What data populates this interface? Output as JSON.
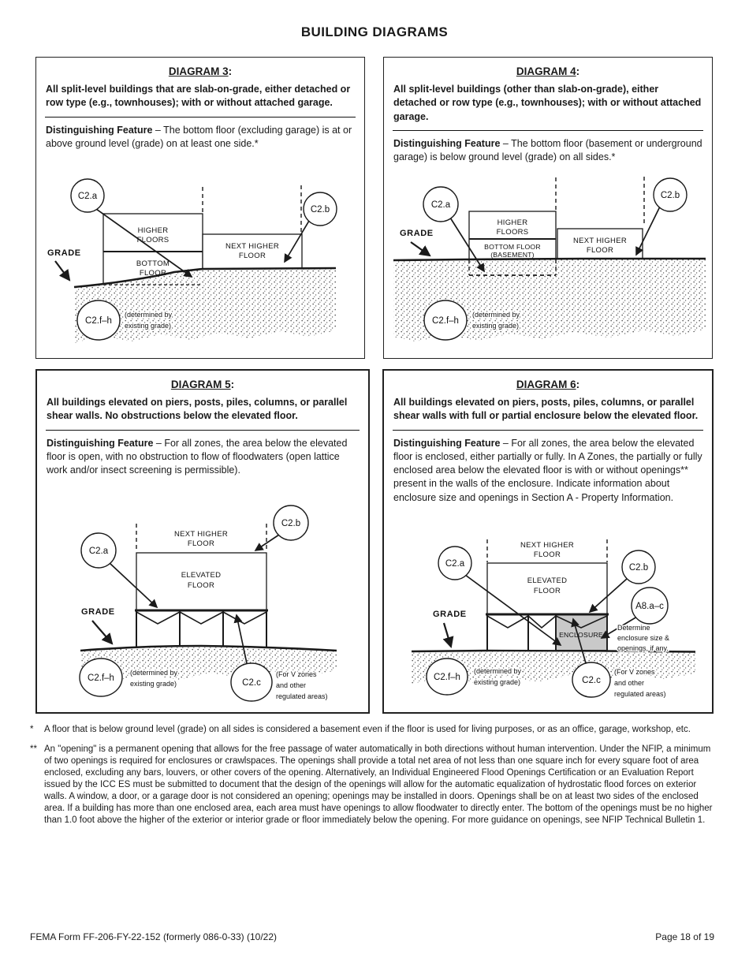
{
  "page": {
    "title": "BUILDING DIAGRAMS"
  },
  "diagrams": {
    "d3": {
      "title": "DIAGRAM 3",
      "colon": ":",
      "description": "All split-level buildings that are slab-on-grade, either detached or row type (e.g., townhouses); with or without attached garage.",
      "feature_label": "Distinguishing Feature",
      "feature_text": " – The bottom floor (excluding garage) is at or above ground level (grade) on at least one side.*",
      "fig": {
        "grade": "GRADE",
        "higher_floors": [
          "HIGHER",
          "FLOORS"
        ],
        "bottom_floor": [
          "BOTTOM",
          "FLOOR"
        ],
        "next_higher_floor": [
          "NEXT HIGHER",
          "FLOOR"
        ],
        "determined": [
          "(determined by",
          "existing grade)"
        ],
        "c2a": "C2.a",
        "c2b": "C2.b",
        "c2fh": "C2.f–h"
      }
    },
    "d4": {
      "title": "DIAGRAM 4",
      "colon": ":",
      "description": "All split-level buildings (other than slab-on-grade), either detached or row type (e.g., townhouses); with or without attached garage.",
      "feature_label": "Distinguishing Feature",
      "feature_text": " – The bottom floor (basement or underground garage) is below ground level (grade) on all sides.*",
      "fig": {
        "grade": "GRADE",
        "higher_floors": [
          "HIGHER",
          "FLOORS"
        ],
        "bottom_floor": [
          "BOTTOM FLOOR",
          "(BASEMENT)"
        ],
        "next_higher_floor": [
          "NEXT HIGHER",
          "FLOOR"
        ],
        "determined": [
          "(determined by",
          "existing grade)"
        ],
        "c2a": "C2.a",
        "c2b": "C2.b",
        "c2fh": "C2.f–h"
      }
    },
    "d5": {
      "title": "DIAGRAM 5",
      "colon": ":",
      "description": "All buildings elevated on piers, posts, piles, columns, or parallel shear walls. No obstructions below the elevated floor.",
      "feature_label": "Distinguishing Feature",
      "feature_text": " – For all zones, the area below the elevated floor is open, with no obstruction to flow of floodwaters (open lattice work and/or insect screening is permissible).",
      "fig": {
        "grade": "GRADE",
        "next_higher_floor": [
          "NEXT HIGHER",
          "FLOOR"
        ],
        "elevated_floor": [
          "ELEVATED",
          "FLOOR"
        ],
        "determined": [
          "(determined by",
          "existing grade)"
        ],
        "vzones": [
          "(For V zones",
          "and other",
          "regulated areas)"
        ],
        "c2a": "C2.a",
        "c2b": "C2.b",
        "c2c": "C2.c",
        "c2fh": "C2.f–h"
      }
    },
    "d6": {
      "title": "DIAGRAM 6",
      "colon": ":",
      "description": "All buildings elevated on piers, posts, piles, columns, or parallel shear walls with full or partial enclosure below the elevated floor.",
      "feature_label": "Distinguishing Feature",
      "feature_text": " – For all zones, the area below the elevated floor is enclosed, either partially or fully. In A Zones, the partially or fully enclosed area below the elevated floor is with or without openings** present in the walls of the enclosure. Indicate information about enclosure size and openings in Section A  - Property Information.",
      "fig": {
        "grade": "GRADE",
        "next_higher_floor": [
          "NEXT HIGHER",
          "FLOOR"
        ],
        "elevated_floor": [
          "ELEVATED",
          "FLOOR"
        ],
        "enclosure": "ENCLOSURE",
        "determine": [
          "Determine",
          "enclosure size &",
          "openings, if any."
        ],
        "determined": [
          "(determined by",
          "existing grade)"
        ],
        "vzones": [
          "(For V zones",
          "and other",
          "regulated areas)"
        ],
        "c2a": "C2.a",
        "c2b": "C2.b",
        "c2c": "C2.c",
        "c2fh": "C2.f–h",
        "a8ac": "A8.a–c"
      }
    }
  },
  "footnotes": [
    {
      "marker": "*",
      "text": "A floor that is below ground level (grade) on all sides is considered a basement even if the floor is used for living purposes, or as an office, garage, workshop, etc."
    },
    {
      "marker": "**",
      "text": "An \"opening\" is a permanent opening that allows for the free passage of water automatically in both directions without human intervention. Under the NFIP, a minimum of two openings is required for enclosures or crawlspaces. The openings shall provide a total net area of not less than one square inch for every square foot of area enclosed, excluding any bars, louvers, or other covers of the opening. Alternatively, an Individual Engineered Flood Openings Certification or an Evaluation Report issued by the ICC ES must be submitted to document that the design of the openings will allow for the automatic equalization of hydrostatic flood forces on exterior walls. A window, a door, or a garage door is not considered an opening; openings may be installed in doors. Openings shall be on at least two sides of the enclosed area. If a building has more than one enclosed area, each area must have openings to allow floodwater to directly enter. The bottom of the openings must be no higher than 1.0 foot above the higher of the exterior or interior grade or floor immediately below the opening. For more guidance on openings, see NFIP Technical Bulletin 1."
    }
  ],
  "footer": {
    "left": "FEMA Form FF-206-FY-22-152 (formerly 086-0-33) (10/22)",
    "right": "Page 18 of 19"
  }
}
